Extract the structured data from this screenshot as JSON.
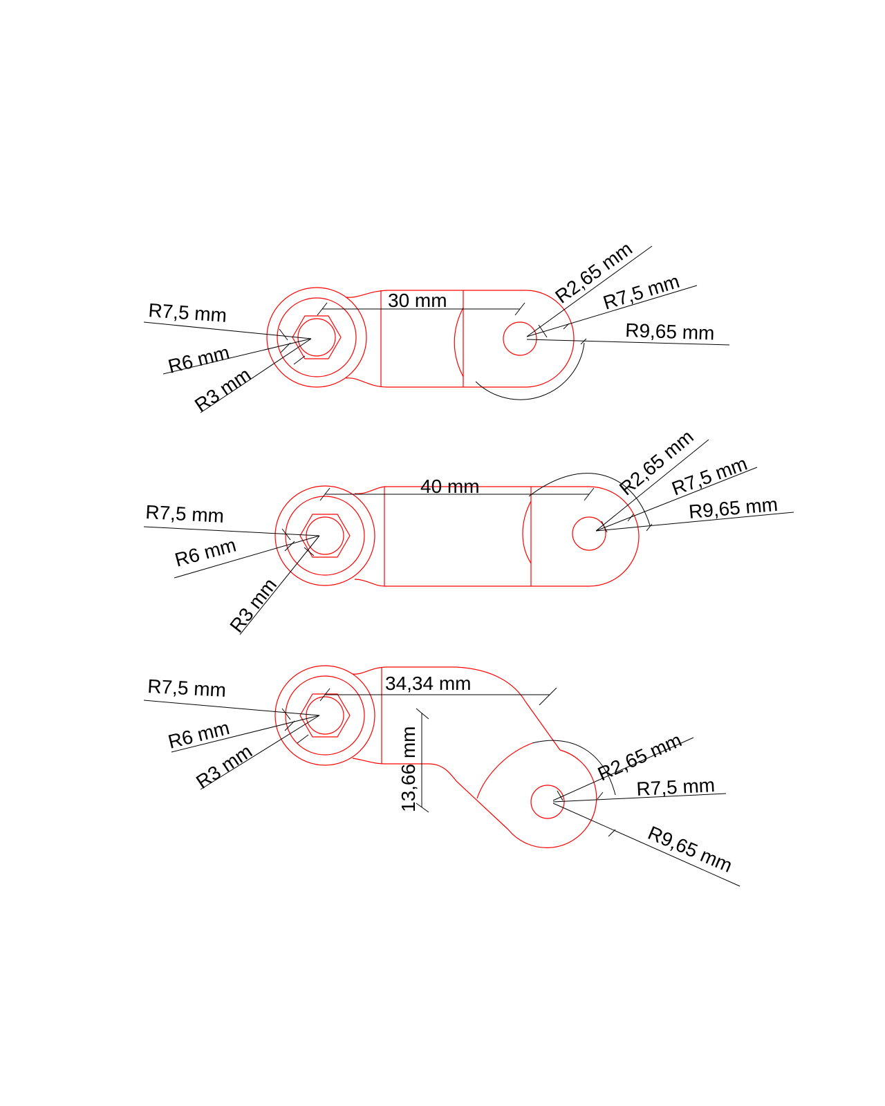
{
  "colors": {
    "outline": "#ff0000",
    "dimension": "#000000",
    "background": "#ffffff"
  },
  "drawings": [
    {
      "variant": "straight-short",
      "span_label": "30 mm",
      "left_labels": [
        "R7,5 mm",
        "R6 mm",
        "R3 mm"
      ],
      "right_labels": [
        "R2,65 mm",
        "R7,5 mm",
        "R9,65 mm"
      ]
    },
    {
      "variant": "straight-long",
      "span_label": "40 mm",
      "left_labels": [
        "R7,5 mm",
        "R6 mm",
        "R3 mm"
      ],
      "right_labels": [
        "R2,65 mm",
        "R7,5 mm",
        "R9,65 mm"
      ]
    },
    {
      "variant": "offset",
      "span_label": "34,34 mm",
      "offset_label": "13,66 mm",
      "left_labels": [
        "R7,5 mm",
        "R6 mm",
        "R3 mm"
      ],
      "right_labels": [
        "R2,65 mm",
        "R7,5 mm",
        "R9,65 mm"
      ]
    }
  ]
}
